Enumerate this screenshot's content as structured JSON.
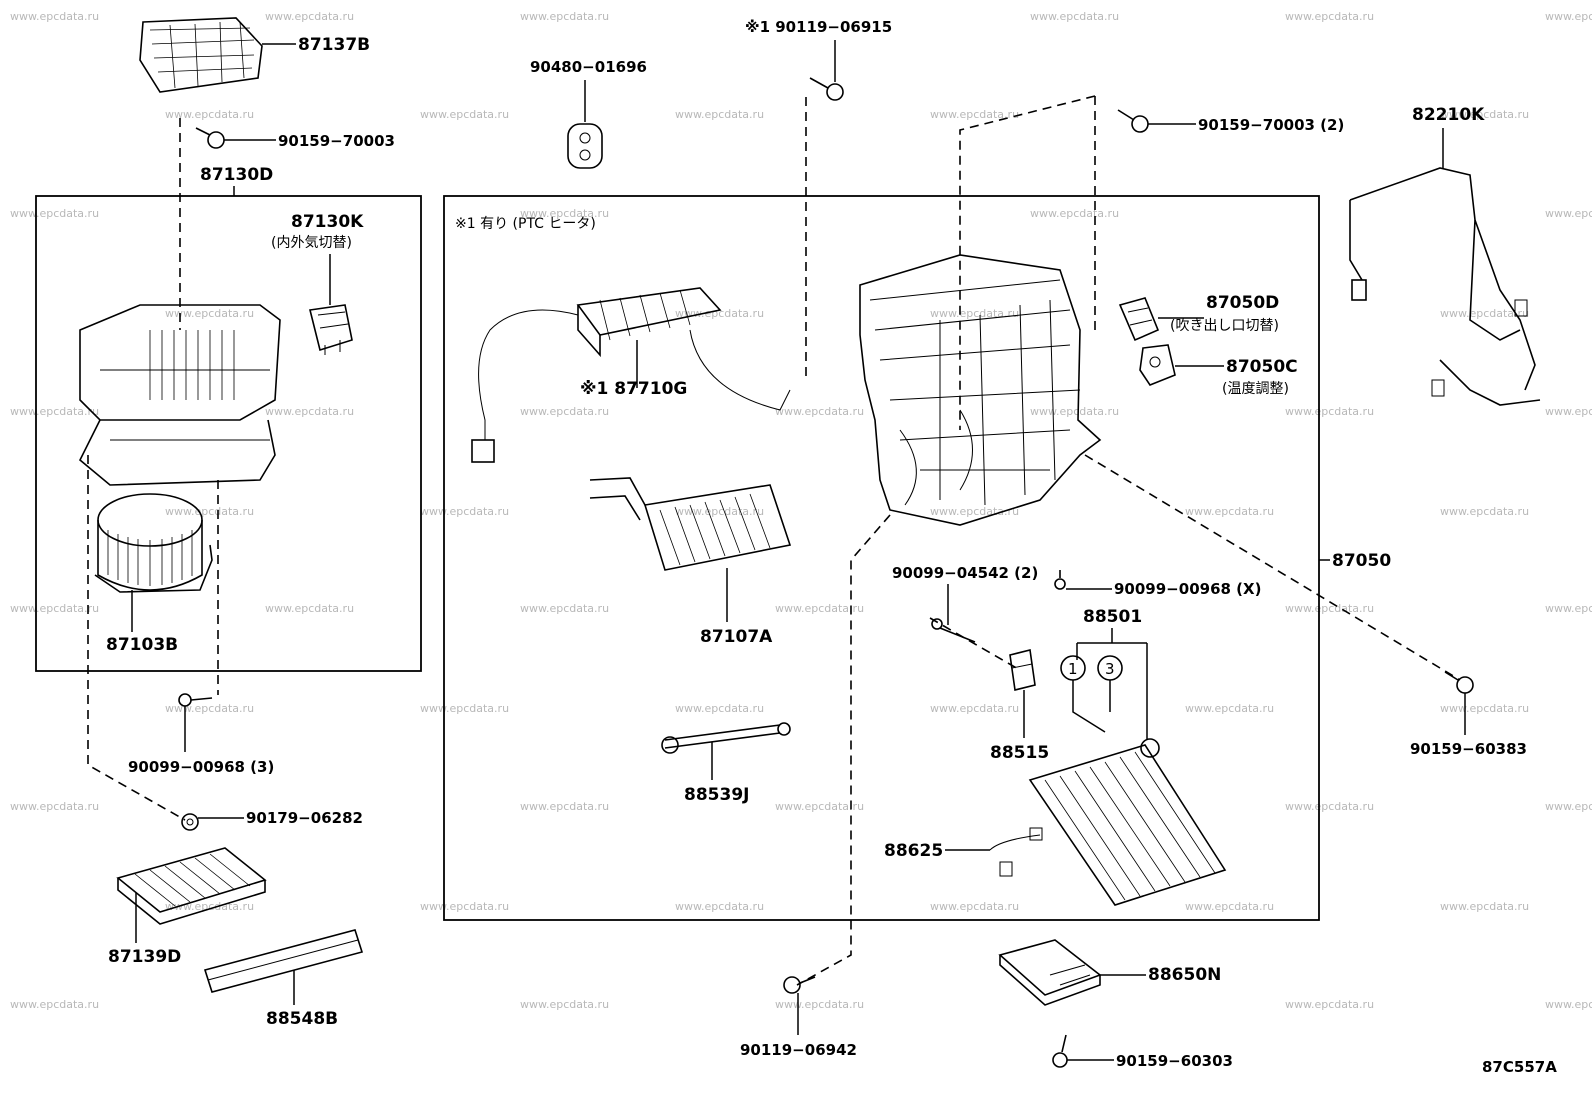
{
  "watermark": "www.epcdata.ru",
  "parts": {
    "p87137B": "87137B",
    "p90159_70003_a": "90159−70003",
    "p87130D": "87130D",
    "p87130K": "87130K",
    "p87130K_note": "(内外気切替)",
    "p87103B": "87103B",
    "p90099_00968_3": "90099−00968 (3)",
    "p90179_06282": "90179−06282",
    "p87139D": "87139D",
    "p88548B": "88548B",
    "p90480_01696": "90480−01696",
    "p90119_06915": "※1 90119−06915",
    "ptc_note": "※1 有り (PTC ヒータ)",
    "p87710G": "※1 87710G",
    "p87107A": "87107A",
    "p88539J": "88539J",
    "p90119_06942": "90119−06942",
    "p90159_70003_2": "90159−70003 (2)",
    "p87050D": "87050D",
    "p87050D_note": "(吹き出し口切替)",
    "p87050C": "87050C",
    "p87050C_note": "(温度調整)",
    "p87050": "87050",
    "p90099_04542": "90099−04542 (2)",
    "p90099_00968_X": "90099−00968 (X)",
    "p88501": "88501",
    "ref1": "1",
    "ref3": "3",
    "p88515": "88515",
    "p88625": "88625",
    "p88650N": "88650N",
    "p90159_60303": "90159−60303",
    "p90159_60383": "90159−60383",
    "p82210K": "82210K",
    "diagram_code": "87C557A"
  }
}
